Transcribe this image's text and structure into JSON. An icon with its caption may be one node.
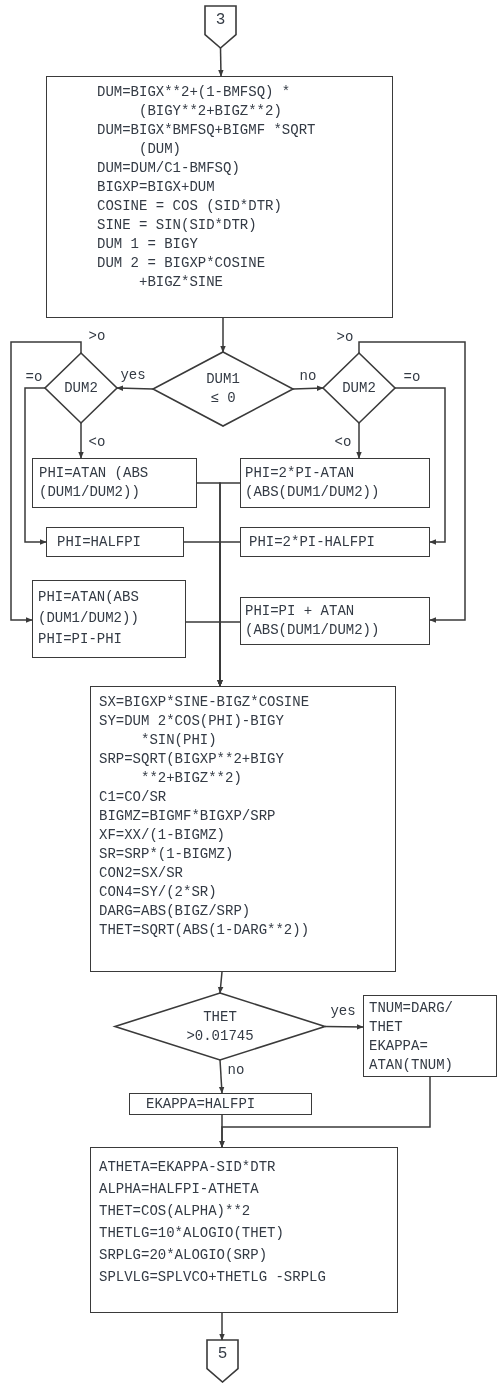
{
  "diagram": {
    "nodes": [
      {
        "text": [
          "3"
        ]
      },
      {
        "text": [
          "DUM=BIGX**2+(1-BMFSQ) *(BIGY**2+BIGZ**2)",
          "DUM=BIGX*BMFSQ+BIGMF *SQRT (DUM)",
          "DUM=DUM/C1-BMFSQ)",
          "BIGXP=BIGX+DUM",
          "COSINE = COS (SID*DTR)",
          "SINE = SIN(SID*DTR)",
          "DUM 1 = BIGY",
          "DUM 2 = BIGXP*COSINE +BIGZ*SINE"
        ]
      },
      {
        "text": [
          "DUM1 ≤ 0"
        ]
      },
      {
        "text": [
          "DUM2"
        ]
      },
      {
        "text": [
          "DUM2"
        ]
      },
      {
        "text": [
          "PHI=ATAN (ABS (DUM1/DUM2))"
        ]
      },
      {
        "text": [
          "PHI=2*PI-ATAN (ABS(DUM1/DUM2))"
        ]
      },
      {
        "text": [
          "PHI=HALFPI"
        ]
      },
      {
        "text": [
          "PHI=2*PI-HALFPI"
        ]
      },
      {
        "text": [
          "PHI=ATAN(ABS (DUM1/DUM2))",
          "PHI=PI-PHI"
        ]
      },
      {
        "text": [
          "PHI=PI + ATAN (ABS(DUM1/DUM2))"
        ]
      },
      {
        "text": [
          "SX=BIGXP*SINE-BIGZ*COSINE",
          "SY=DUM 2*COS(PHI)-BIGY *SIN(PHI)",
          "SRP=SQRT(BIGXP**2+BIGY **2+BIGZ**2)",
          "C1=CO/SR",
          "BIGMZ=BIGMF*BIGXP/SRP",
          "XF=XX/(1-BIGMZ)",
          "SR=SRP*(1-BIGMZ)",
          "CON2=SX/SR",
          "CON4=SY/(2*SR)",
          "DARG=ABS(BIGZ/SRP)",
          "THET=SQRT(ABS(1-DARG**2))"
        ]
      },
      {
        "text": [
          "THET >0.01745"
        ]
      },
      {
        "text": [
          "TNUM=DARG/ THET",
          "EKAPPA= ATAN(TNUM)"
        ]
      },
      {
        "text": [
          "EKAPPA=HALFPI"
        ]
      },
      {
        "text": [
          "ATHETA=EKAPPA-SID*DTR",
          "ALPHA=HALFPI-ATHETA",
          "THET=COS(ALPHA)**2",
          "THETLG=10*ALOGIO(THET)",
          "SRPLG=20*ALOGIO(SRP)",
          "SPLVLG=SPLVCO+THETLG -SRPLG"
        ]
      },
      {
        "text": [
          "5"
        ]
      }
    ],
    "edges": [
      {
        "from": 0,
        "to": 1,
        "arrow": "to"
      },
      {
        "from": 1,
        "to": 2,
        "arrow": "to"
      },
      {
        "from": 2,
        "to": 3,
        "arrow": "to",
        "label": "yes"
      },
      {
        "from": 2,
        "to": 4,
        "arrow": "to",
        "label": "no"
      },
      {
        "from": 3,
        "to": 5,
        "arrow": "to",
        "label": "<o"
      },
      {
        "from": 3,
        "to": 9,
        "arrow": "to",
        "label": ">o"
      },
      {
        "from": 3,
        "to": 7,
        "arrow": "to",
        "label": "=o"
      },
      {
        "from": 4,
        "to": 6,
        "arrow": "to",
        "label": "<o"
      },
      {
        "from": 4,
        "to": 10,
        "arrow": "to",
        "label": ">o"
      },
      {
        "from": 4,
        "to": 8,
        "arrow": "to",
        "label": "=o"
      },
      {
        "from": 5,
        "to": 11,
        "arrow": "to"
      },
      {
        "from": 6,
        "to": 11,
        "arrow": "to"
      },
      {
        "from": 7,
        "to": 11,
        "arrow": "to"
      },
      {
        "from": 8,
        "to": 11,
        "arrow": "to"
      },
      {
        "from": 9,
        "to": 11,
        "arrow": "to"
      },
      {
        "from": 10,
        "to": 11,
        "arrow": "to"
      },
      {
        "from": 11,
        "to": 12,
        "arrow": "to"
      },
      {
        "from": 12,
        "to": 13,
        "arrow": "to",
        "label": "yes"
      },
      {
        "from": 12,
        "to": 14,
        "arrow": "to",
        "label": "no"
      },
      {
        "from": 14,
        "to": 15,
        "arrow": "to"
      },
      {
        "from": 13,
        "to": 15,
        "arrow": "to"
      },
      {
        "from": 15,
        "to": 16,
        "arrow": "to"
      }
    ]
  }
}
